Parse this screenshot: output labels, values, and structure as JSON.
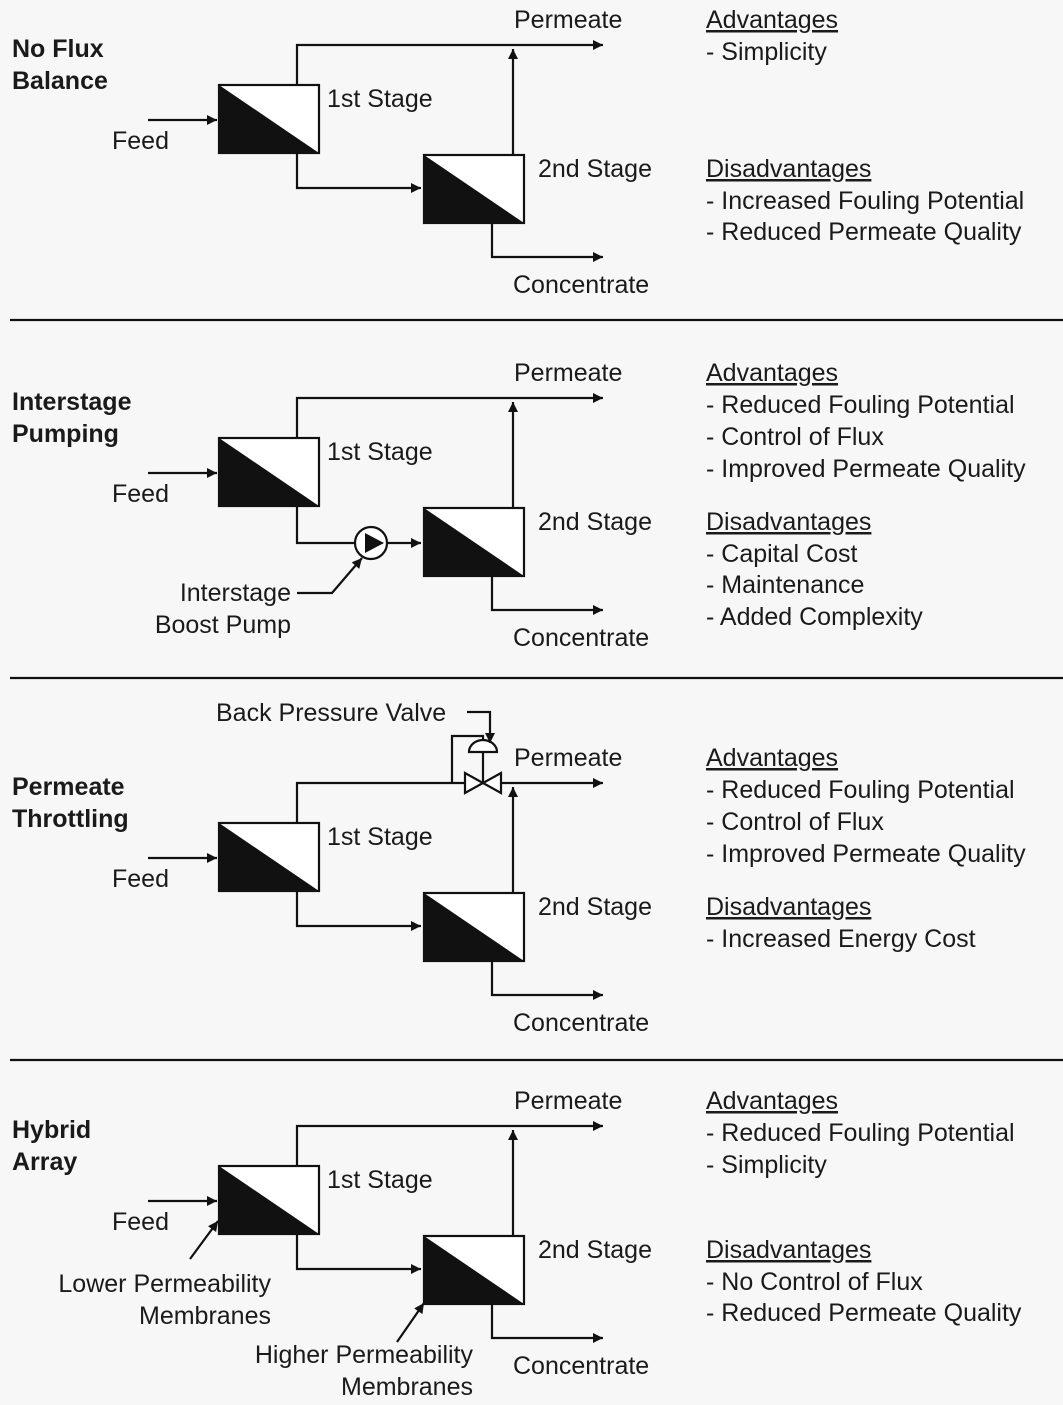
{
  "sections": [
    {
      "title": [
        "No Flux",
        "Balance"
      ],
      "labels": {
        "feed": "Feed",
        "permeate": "Permeate",
        "concentrate": "Concentrate",
        "stage1": "1st Stage",
        "stage2": "2nd Stage"
      },
      "advantages_heading": "Advantages",
      "advantages": [
        "- Simplicity"
      ],
      "disadvantages_heading": "Disadvantages",
      "disadvantages": [
        "- Increased Fouling Potential",
        "- Reduced Permeate Quality"
      ]
    },
    {
      "title": [
        "Interstage",
        "Pumping"
      ],
      "labels": {
        "feed": "Feed",
        "permeate": "Permeate",
        "concentrate": "Concentrate",
        "stage1": "1st Stage",
        "stage2": "2nd Stage"
      },
      "device_label": [
        "Interstage",
        "Boost Pump"
      ],
      "advantages_heading": "Advantages",
      "advantages": [
        "- Reduced Fouling Potential",
        "- Control of Flux",
        "- Improved Permeate Quality"
      ],
      "disadvantages_heading": "Disadvantages",
      "disadvantages": [
        "- Capital Cost",
        "- Maintenance",
        "- Added Complexity"
      ]
    },
    {
      "title": [
        "Permeate",
        "Throttling"
      ],
      "labels": {
        "feed": "Feed",
        "permeate": "Permeate",
        "concentrate": "Concentrate",
        "stage1": "1st Stage",
        "stage2": "2nd Stage"
      },
      "device_label": [
        "Back Pressure Valve"
      ],
      "advantages_heading": "Advantages",
      "advantages": [
        "- Reduced Fouling Potential",
        "- Control of Flux",
        "- Improved Permeate Quality"
      ],
      "disadvantages_heading": "Disadvantages",
      "disadvantages": [
        "- Increased Energy Cost"
      ]
    },
    {
      "title": [
        "Hybrid",
        "Array"
      ],
      "labels": {
        "feed": "Feed",
        "permeate": "Permeate",
        "concentrate": "Concentrate",
        "stage1": "1st Stage",
        "stage2": "2nd Stage"
      },
      "lower_label": [
        "Lower Permeability",
        "Membranes"
      ],
      "higher_label": [
        "Higher Permeability",
        "Membranes"
      ],
      "advantages_heading": "Advantages",
      "advantages": [
        "- Reduced Fouling Potential",
        "- Simplicity"
      ],
      "disadvantages_heading": "Disadvantages",
      "disadvantages": [
        "- No Control of Flux",
        "- Reduced Permeate Quality"
      ]
    }
  ]
}
